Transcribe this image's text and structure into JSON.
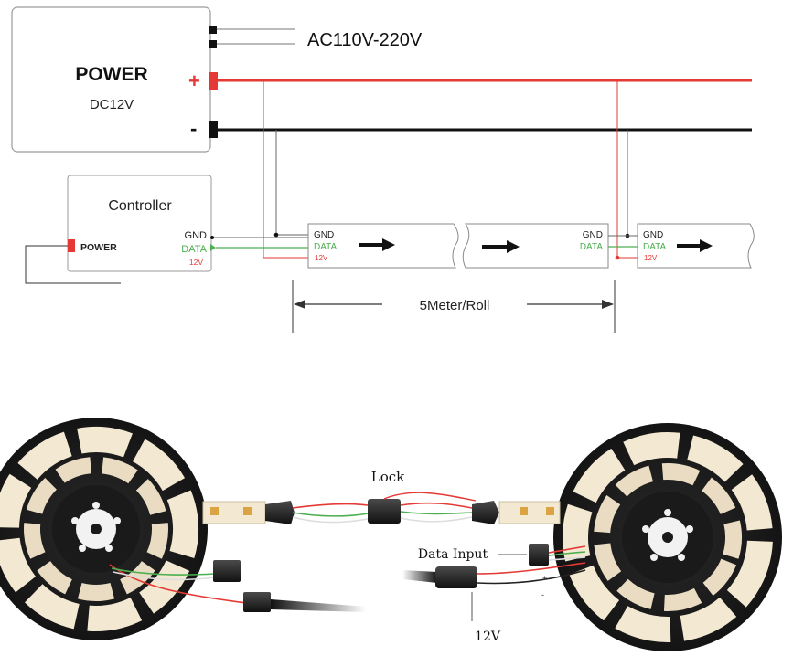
{
  "power_supply": {
    "title": "POWER",
    "rating": "DC12V",
    "plus_sign": "+",
    "minus_sign": "-",
    "ac_input_label": "AC110V-220V"
  },
  "controller": {
    "title": "Controller",
    "power_label": "POWER",
    "pins": {
      "gnd": "GND",
      "data": "DATA",
      "v12": "12V"
    }
  },
  "strip_segments": [
    {
      "gnd": "GND",
      "data": "DATA",
      "v12": "12V"
    },
    {
      "gnd": "GND",
      "data": "DATA"
    },
    {
      "gnd": "GND",
      "data": "DATA",
      "v12": "12V"
    }
  ],
  "dimension": {
    "label": "5Meter/Roll"
  },
  "photo": {
    "lock_label": "Lock",
    "data_input_label": "Data Input",
    "power_label": "12V",
    "plus_sign": "+",
    "minus_sign": "-"
  },
  "colors": {
    "positive_wire": "#e53935",
    "ground_wire": "#111111",
    "data_wire": "#4caf50",
    "reel": "#1c1c1c",
    "led_strip": "#f3e8d2"
  }
}
